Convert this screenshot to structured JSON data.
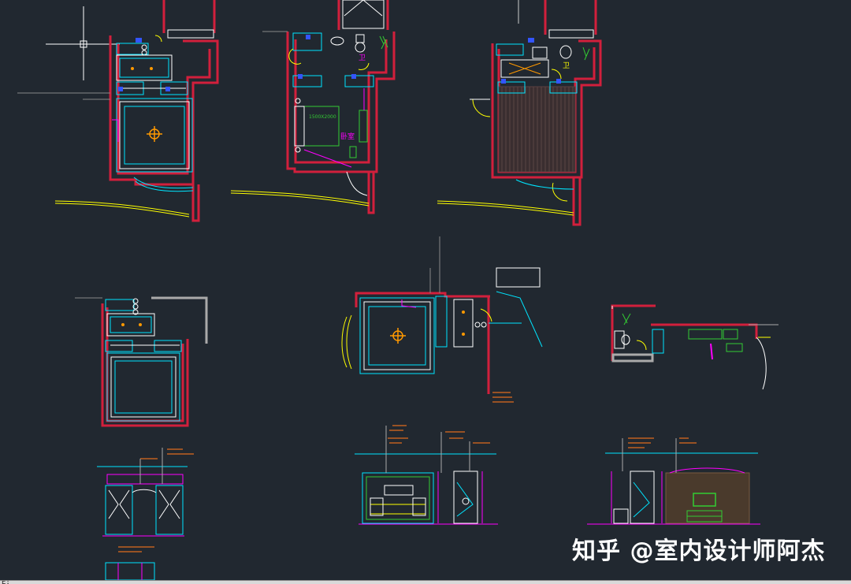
{
  "drawing": {
    "plan_labels": {
      "master_bath": "卫",
      "bed": "1500X2000",
      "bedroom": "卧室",
      "second_bath": "卫"
    }
  },
  "watermark": {
    "brand": "知乎",
    "author": "@室内设计师阿杰"
  },
  "command_line": {
    "prompt": "E:"
  },
  "colors": {
    "background": "#212830",
    "wall": "#d21f3c",
    "fixture": "#00e5ff",
    "door": "#ffff00",
    "annotation": "#ff00ff",
    "furniture": "#33cc33",
    "light": "#ff9900",
    "leader": "#c06020"
  }
}
